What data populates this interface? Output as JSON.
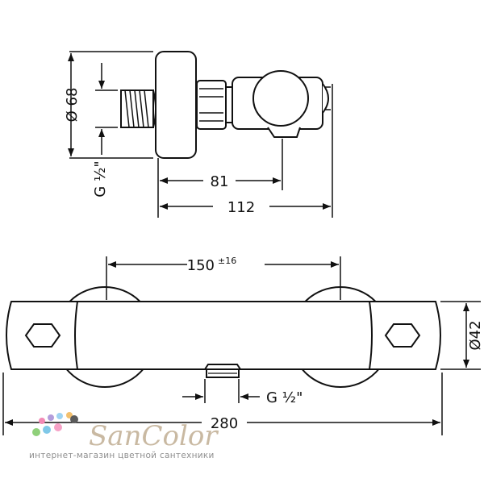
{
  "top_view": {
    "dim_diameter": "Ø 68",
    "dim_thread": "G ½\"",
    "dim_depth_1": "81",
    "dim_depth_2": "112"
  },
  "front_view": {
    "dim_spacing": "150",
    "dim_spacing_tolerance": "±16",
    "dim_body_diameter": "Ø42",
    "dim_outlet_thread": "G ½\"",
    "dim_total_length": "280"
  },
  "watermark": {
    "brand": "SanColor",
    "tagline": "интернет-магазин цветной сантехники",
    "dot_colors": [
      "#f28ab6",
      "#b39ddb",
      "#9fd4f2",
      "#f2c06e",
      "#8fd07a",
      "#7fc8e8",
      "#f6a1c6",
      "#5b5b5b"
    ]
  }
}
